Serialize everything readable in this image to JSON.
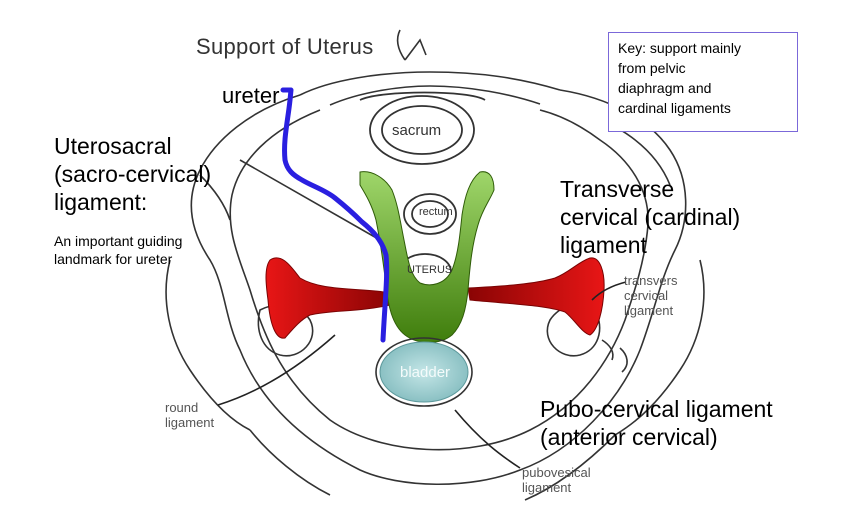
{
  "title": "Support of Uterus",
  "key": {
    "text": "Key: support mainly\nfrom pelvic\ndiaphragm and\ncardinal ligaments",
    "border_color": "#7b68d9"
  },
  "labels": {
    "ureter": "ureter",
    "uterosacral": "Uterosacral\n(sacro-cervical)\nligament:",
    "uterosacral_note": "An important guiding\nlandmark for ureter",
    "transverse": "Transverse\ncervical (cardinal)\nligament",
    "pubo_cervical": "Pubo-cervical ligament\n(anterior cervical)"
  },
  "structures": {
    "sacrum": "sacrum",
    "rectum": "rectum",
    "uterus": "UTERUS",
    "bladder": "bladder"
  },
  "drawing_labels": {
    "round": "round\nligament",
    "transvers": "transvers\ncervical\nligament",
    "pubovesical": "pubovesical\nligament"
  },
  "colors": {
    "ureter": "#2a1fe0",
    "uterosacral": "#5a9b12",
    "cardinal": "#d10c0c",
    "bladder": "#a9d6d8"
  }
}
